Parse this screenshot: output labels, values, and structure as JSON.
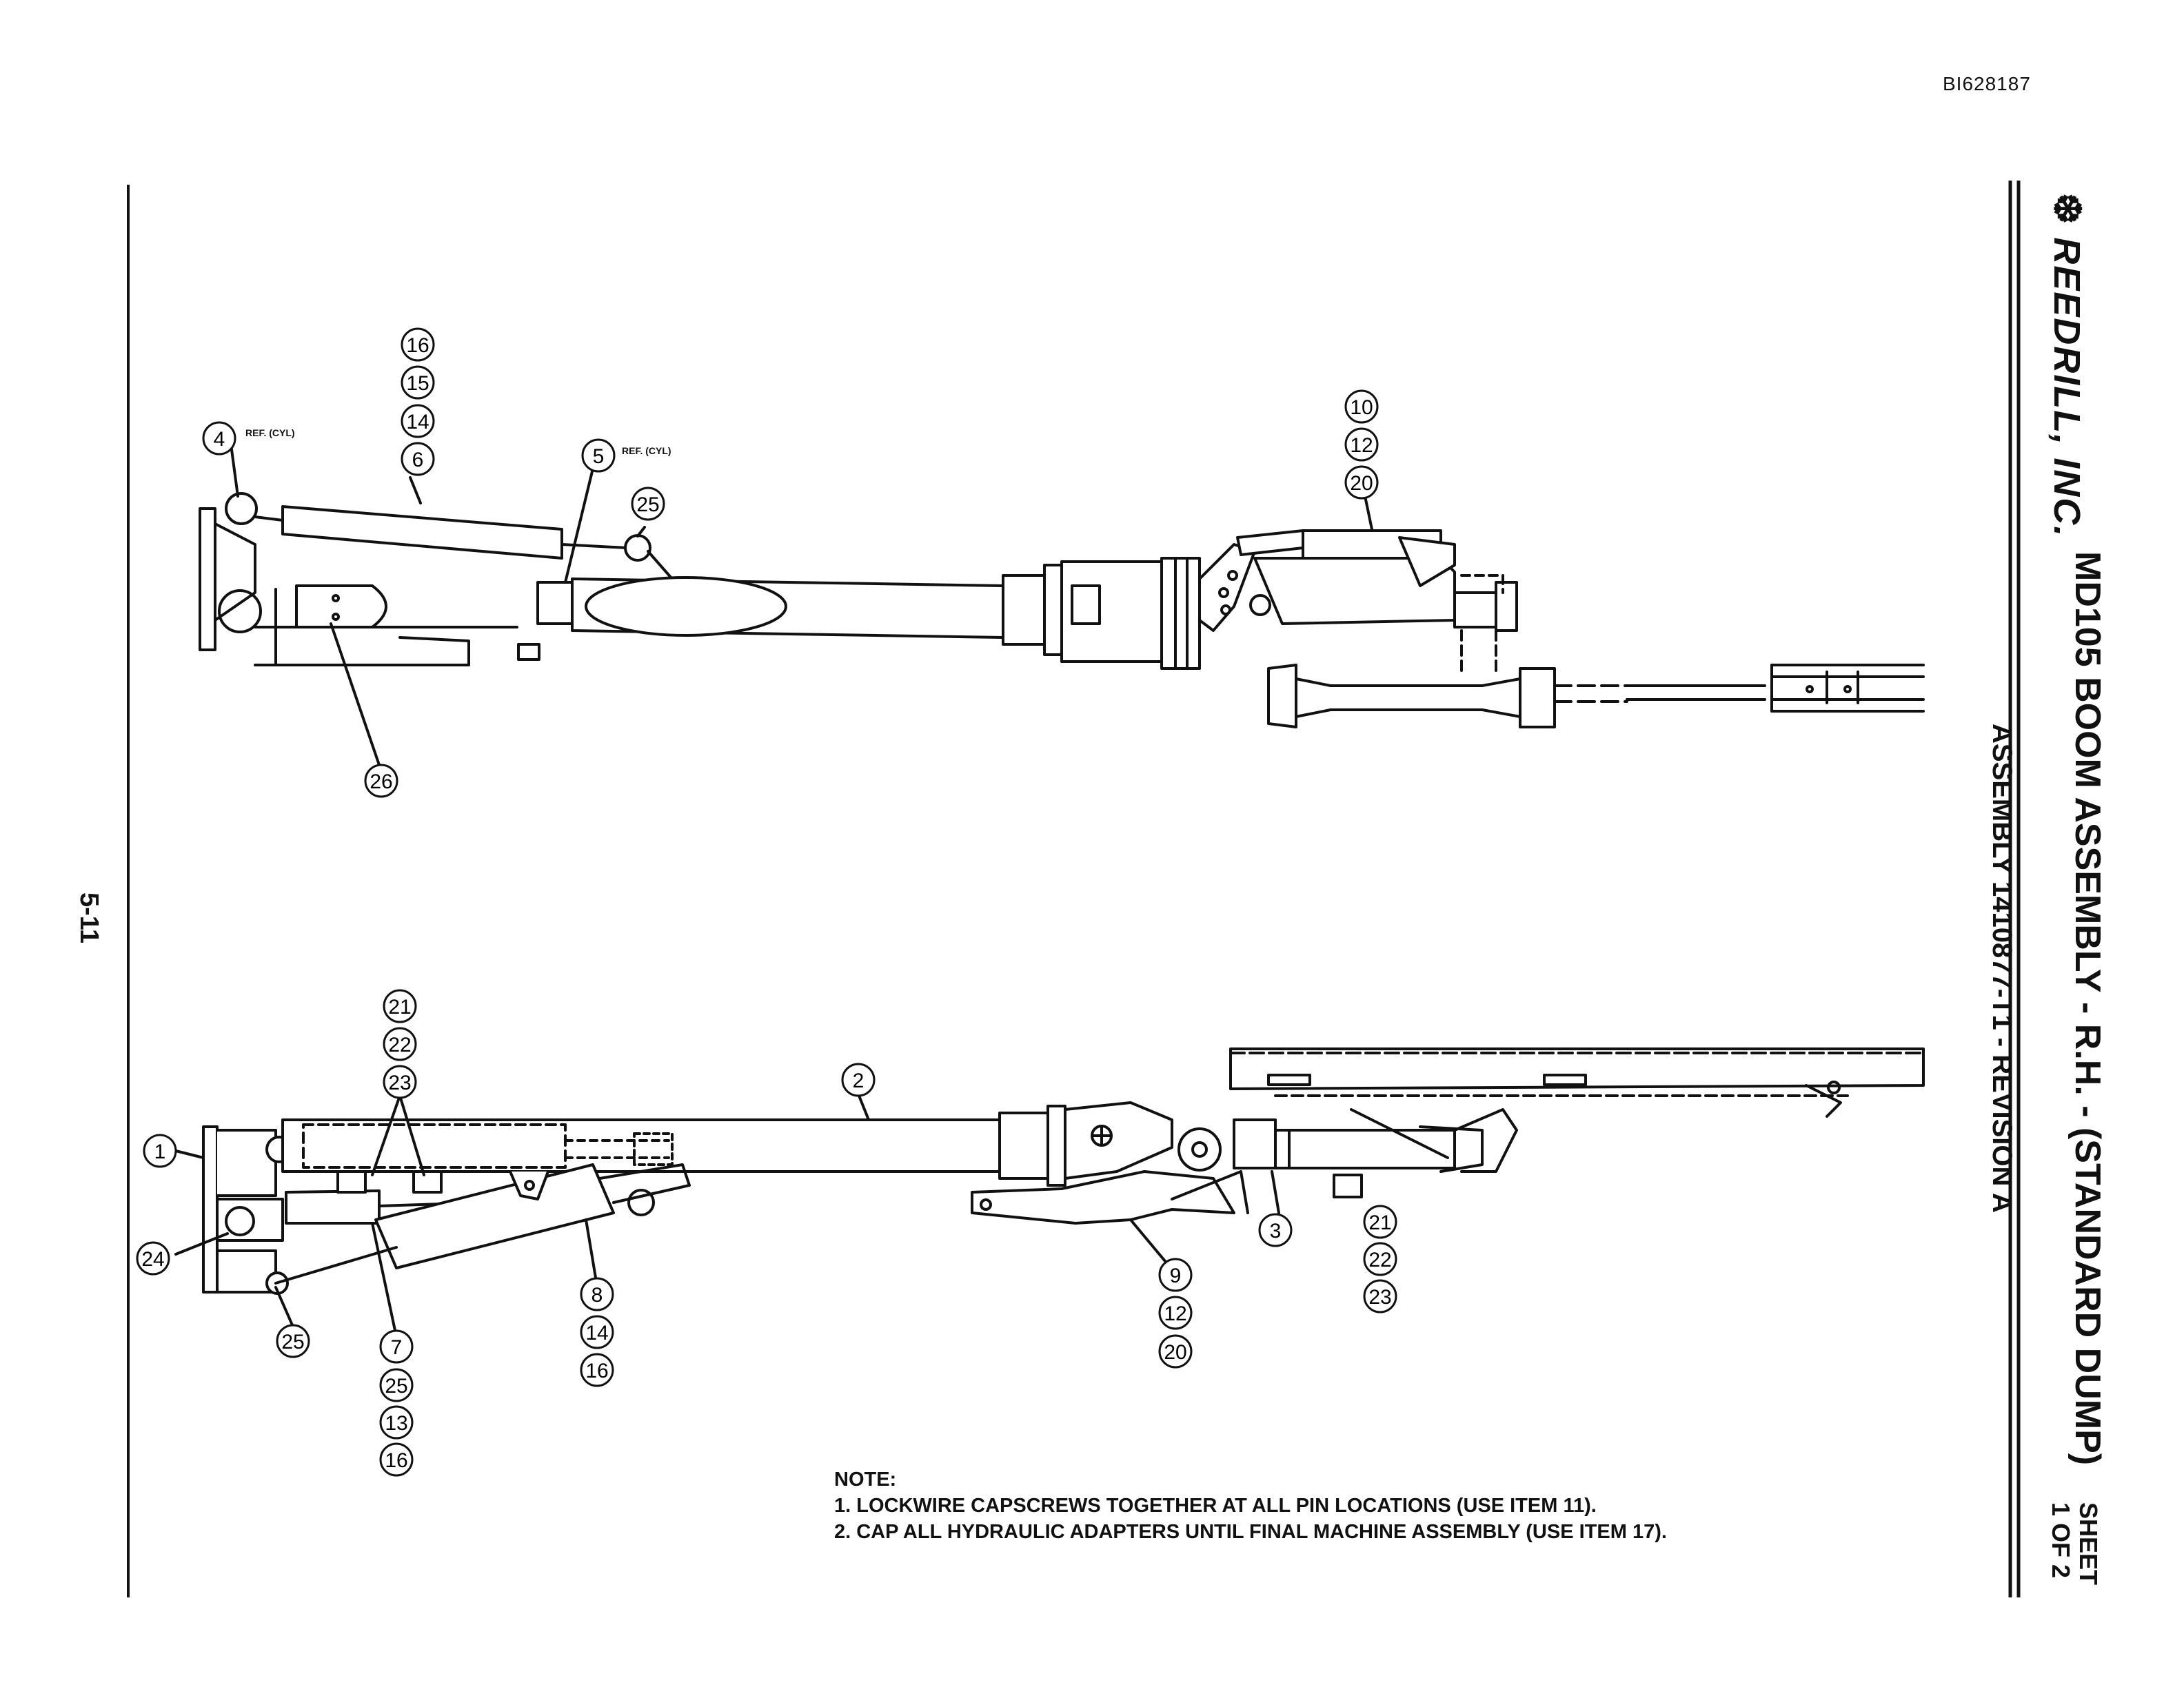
{
  "header": {
    "doc_id": "BI628187",
    "company": "REEDRILL, INC.",
    "title": "MD105 BOOM ASSEMBLY - R.H. - (STANDARD DUMP)",
    "subtitle": "ASSEMBLY 1410877-T1 - REVISION A",
    "sheet_line1": "SHEET",
    "sheet_line2": "1 OF 2"
  },
  "page_number": "5-11",
  "notes": {
    "heading": "NOTE:",
    "items": [
      "1.  LOCKWIRE CAPSCREWS TOGETHER AT ALL PIN LOCATIONS (USE ITEM 11).",
      "2.  CAP ALL HYDRAULIC ADAPTERS UNTIL FINAL MACHINE ASSEMBLY (USE ITEM 17)."
    ]
  },
  "ref_labels": {
    "cyl": "REF. (CYL)"
  },
  "balloons": [
    "16",
    "15",
    "14",
    "6",
    "4",
    "5",
    "25",
    "10",
    "12",
    "20",
    "26",
    "21",
    "22",
    "23",
    "2",
    "1",
    "24",
    "25",
    "7",
    "25",
    "13",
    "16",
    "8",
    "14",
    "16",
    "9",
    "12",
    "20",
    "3",
    "21",
    "22",
    "23"
  ]
}
